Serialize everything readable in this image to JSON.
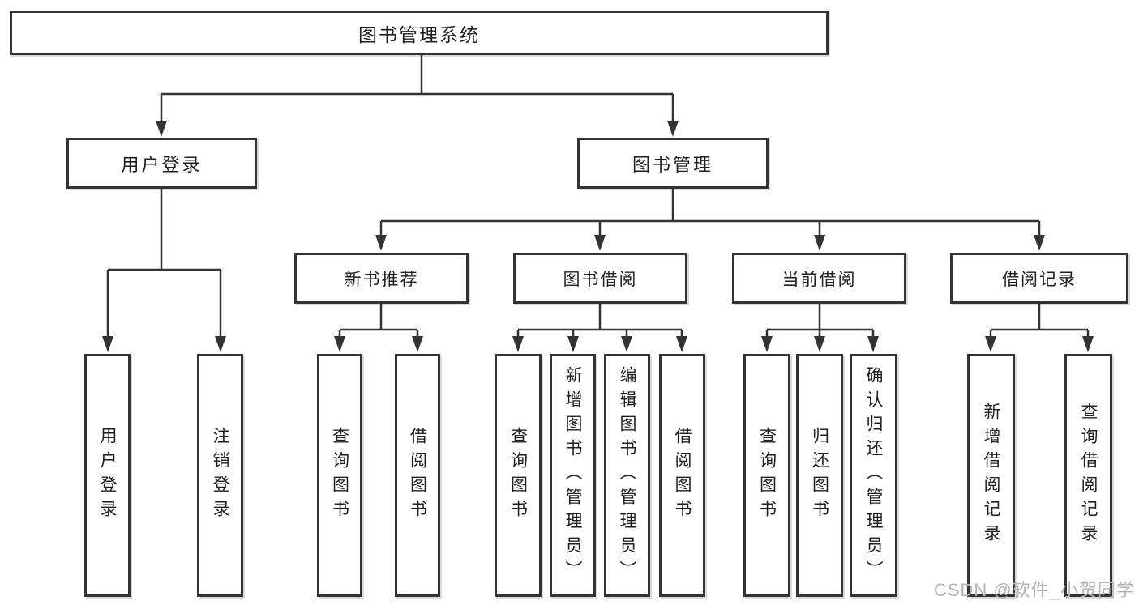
{
  "diagram": {
    "title": "图书管理系统",
    "branches": [
      {
        "label": "用户登录",
        "children": [
          "用户登录",
          "注销登录"
        ]
      },
      {
        "label": "图书管理",
        "groups": [
          {
            "label": "新书推荐",
            "children": [
              "查询图书",
              "借阅图书"
            ]
          },
          {
            "label": "图书借阅",
            "children": [
              "查询图书",
              "新增图书（管理员）",
              "编辑图书（管理员）",
              "借阅图书"
            ]
          },
          {
            "label": "当前借阅",
            "children": [
              "查询图书",
              "归还图书",
              "确认归还（管理员）"
            ]
          },
          {
            "label": "借阅记录",
            "children": [
              "新增借阅记录",
              "查询借阅记录"
            ]
          }
        ]
      }
    ],
    "colors": {
      "line": "#333333",
      "text": "#1f1f1f",
      "watermark": "#b5b5b5"
    }
  },
  "watermark": {
    "text": "CSDN @软件_小贺同学"
  }
}
